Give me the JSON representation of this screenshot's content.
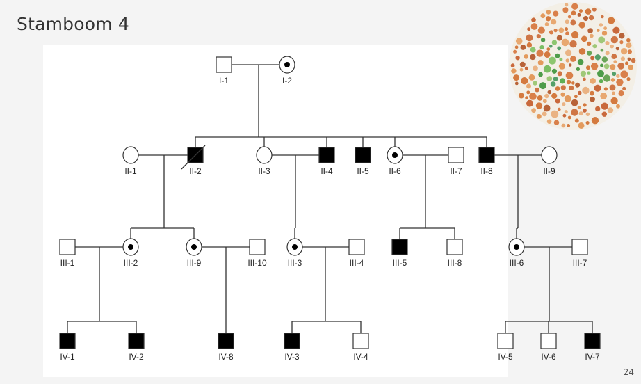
{
  "slide": {
    "title": "Stamboom 4",
    "page_number": "24",
    "background": "#f4f4f4"
  },
  "colors": {
    "affected": "#000000",
    "unaffected": "#ffffff",
    "line": "#333333",
    "plate_green": "#5fae54",
    "plate_orange": "#d9804a"
  },
  "ishihara_plate": {
    "number": "24"
  },
  "pedigree": {
    "generations": [
      "I",
      "II",
      "III",
      "IV"
    ],
    "individuals": [
      {
        "id": "I-1",
        "sex": "male",
        "status": "unaffected"
      },
      {
        "id": "I-2",
        "sex": "female",
        "status": "carrier"
      },
      {
        "id": "II-1",
        "sex": "female",
        "status": "unaffected"
      },
      {
        "id": "II-2",
        "sex": "male",
        "status": "affected",
        "deceased": true
      },
      {
        "id": "II-3",
        "sex": "female",
        "status": "unaffected"
      },
      {
        "id": "II-4",
        "sex": "male",
        "status": "affected"
      },
      {
        "id": "II-5",
        "sex": "male",
        "status": "affected"
      },
      {
        "id": "II-6",
        "sex": "female",
        "status": "carrier"
      },
      {
        "id": "II-7",
        "sex": "male",
        "status": "unaffected"
      },
      {
        "id": "II-8",
        "sex": "male",
        "status": "affected"
      },
      {
        "id": "II-9",
        "sex": "female",
        "status": "unaffected"
      },
      {
        "id": "III-1",
        "sex": "male",
        "status": "unaffected"
      },
      {
        "id": "III-2",
        "sex": "female",
        "status": "carrier"
      },
      {
        "id": "III-9",
        "sex": "female",
        "status": "carrier"
      },
      {
        "id": "III-10",
        "sex": "male",
        "status": "unaffected"
      },
      {
        "id": "III-3",
        "sex": "female",
        "status": "carrier"
      },
      {
        "id": "III-4",
        "sex": "male",
        "status": "unaffected"
      },
      {
        "id": "III-5",
        "sex": "male",
        "status": "affected"
      },
      {
        "id": "III-8",
        "sex": "male",
        "status": "unaffected"
      },
      {
        "id": "III-6",
        "sex": "female",
        "status": "carrier"
      },
      {
        "id": "III-7",
        "sex": "male",
        "status": "unaffected"
      },
      {
        "id": "IV-1",
        "sex": "male",
        "status": "affected"
      },
      {
        "id": "IV-2",
        "sex": "male",
        "status": "affected"
      },
      {
        "id": "IV-8",
        "sex": "male",
        "status": "affected"
      },
      {
        "id": "IV-3",
        "sex": "male",
        "status": "affected"
      },
      {
        "id": "IV-4",
        "sex": "male",
        "status": "unaffected"
      },
      {
        "id": "IV-5",
        "sex": "male",
        "status": "unaffected"
      },
      {
        "id": "IV-6",
        "sex": "male",
        "status": "unaffected"
      },
      {
        "id": "IV-7",
        "sex": "male",
        "status": "affected"
      }
    ],
    "couples": [
      {
        "partners": [
          "I-1",
          "I-2"
        ],
        "children": [
          "II-2",
          "II-3",
          "II-4",
          "II-5",
          "II-6",
          "II-8"
        ]
      },
      {
        "partners": [
          "II-1",
          "II-2"
        ],
        "children": [
          "III-2",
          "III-9"
        ]
      },
      {
        "partners": [
          "II-3",
          "II-4"
        ],
        "children": [
          "III-3"
        ]
      },
      {
        "partners": [
          "II-6",
          "II-7"
        ],
        "children": [
          "III-5",
          "III-8"
        ]
      },
      {
        "partners": [
          "II-8",
          "II-9"
        ],
        "children": [
          "III-6"
        ]
      },
      {
        "partners": [
          "III-1",
          "III-2"
        ],
        "children": [
          "IV-1",
          "IV-2"
        ]
      },
      {
        "partners": [
          "III-9",
          "III-10"
        ],
        "children": [
          "IV-8"
        ]
      },
      {
        "partners": [
          "III-3",
          "III-4"
        ],
        "children": [
          "IV-3",
          "IV-4"
        ]
      },
      {
        "partners": [
          "III-6",
          "III-7"
        ],
        "children": [
          "IV-5",
          "IV-6",
          "IV-7"
        ]
      }
    ]
  }
}
